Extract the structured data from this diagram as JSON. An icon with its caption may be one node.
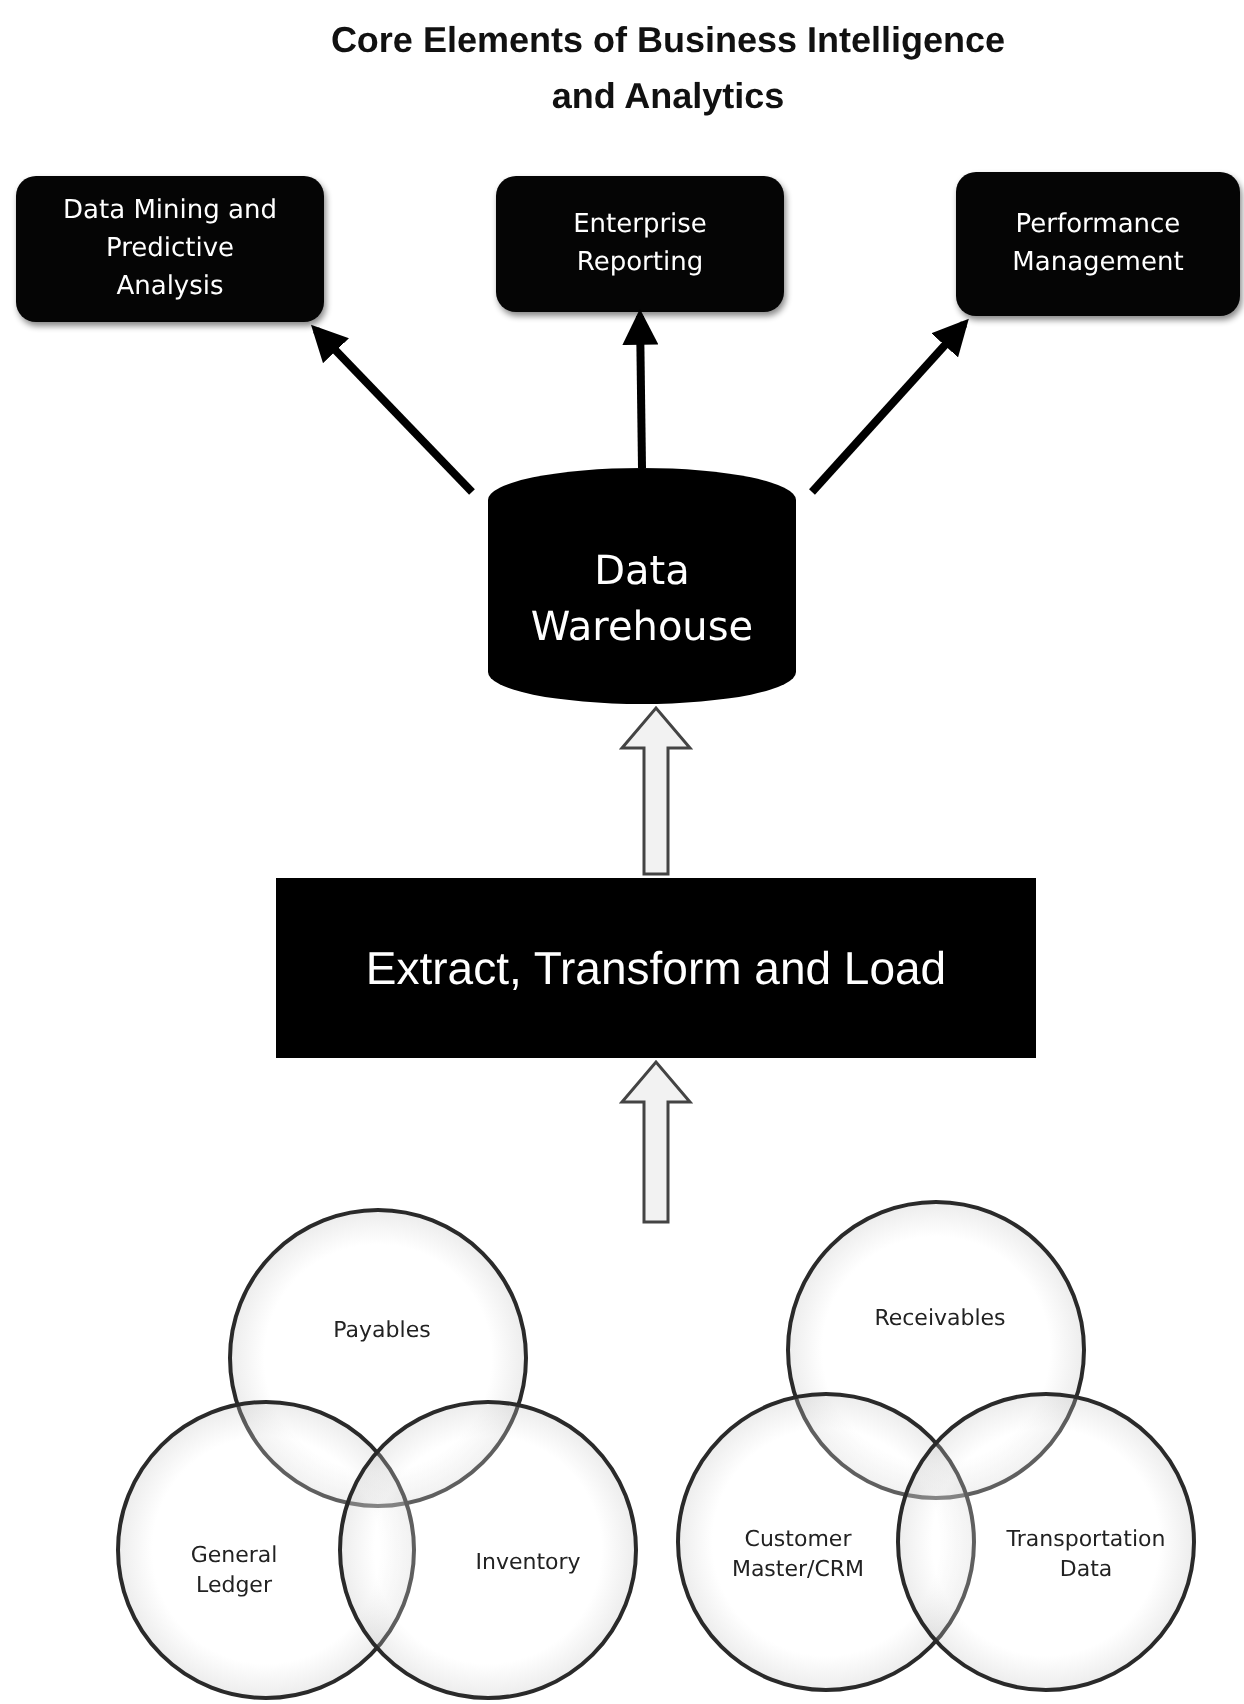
{
  "diagram": {
    "title": "Core Elements of Business Intelligence and Analytics",
    "nodes": [
      {
        "text": [
          "Data Mining and Predictive Analysis"
        ]
      },
      {
        "text": [
          "Enterprise Reporting"
        ]
      },
      {
        "text": [
          "Performance Management"
        ]
      },
      {
        "text": [
          "Data Warehouse"
        ]
      },
      {
        "text": [
          "Extract, Transform and Load"
        ]
      },
      {
        "text": [
          "Payables"
        ]
      },
      {
        "text": [
          "General Ledger"
        ]
      },
      {
        "text": [
          "Inventory"
        ]
      },
      {
        "text": [
          "Receivables"
        ]
      },
      {
        "text": [
          "Customer Master/CRM"
        ]
      },
      {
        "text": [
          "Transportation Data"
        ]
      }
    ],
    "edges": [
      {
        "from": 3,
        "to": 0,
        "arrow": "to"
      },
      {
        "from": 3,
        "to": 1,
        "arrow": "to"
      },
      {
        "from": 3,
        "to": 2,
        "arrow": "to"
      },
      {
        "from": 4,
        "to": 3,
        "arrow": "to",
        "style": "thick"
      },
      {
        "from": null,
        "to": 4,
        "arrow": "to",
        "style": "thick"
      }
    ]
  }
}
